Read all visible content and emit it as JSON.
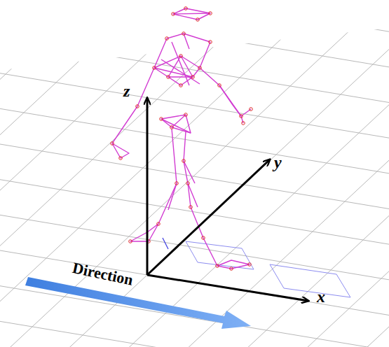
{
  "diagram": {
    "labels": [
      "z",
      "y",
      "x",
      "Direction"
    ]
  }
}
